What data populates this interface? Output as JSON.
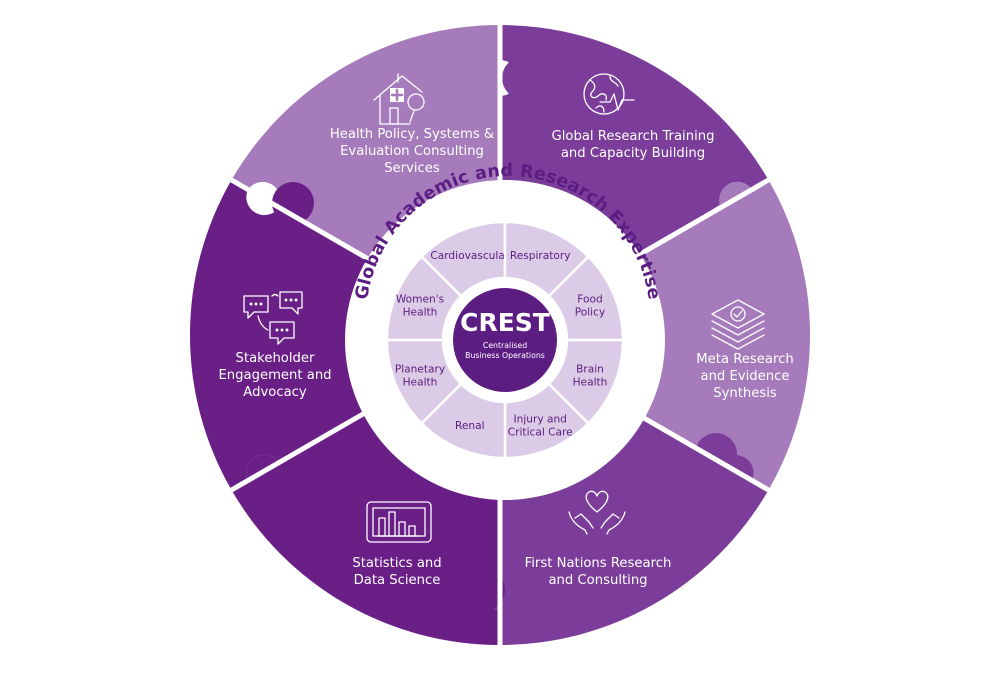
{
  "diagram": {
    "outer_title": "Global Academic and Research Expertise",
    "center": {
      "title": "CREST",
      "subtitle_lines": [
        "Centralised",
        "Business Operations"
      ]
    },
    "outer_segments": [
      {
        "id": "health-policy",
        "icon": "house-magnifier-icon",
        "color": "#a67bbb",
        "lines": [
          "Health Policy, Systems &",
          "Evaluation Consulting",
          "Services"
        ]
      },
      {
        "id": "global-research-training",
        "icon": "globe-pulse-icon",
        "color": "#7b3d99",
        "lines": [
          "Global Research Training",
          "and Capacity Building"
        ]
      },
      {
        "id": "meta-research",
        "icon": "stacked-layers-check-icon",
        "color": "#a67bbb",
        "lines": [
          "Meta Research",
          "and Evidence",
          "Synthesis"
        ]
      },
      {
        "id": "first-nations",
        "icon": "hands-heart-icon",
        "color": "#7b3d99",
        "lines": [
          "First Nations Research",
          "and Consulting"
        ]
      },
      {
        "id": "statistics",
        "icon": "tablet-bar-chart-icon",
        "color": "#6a1f87",
        "lines": [
          "Statistics and",
          "Data Science"
        ]
      },
      {
        "id": "stakeholder",
        "icon": "speech-bubbles-icon",
        "color": "#6a1f87",
        "lines": [
          "Stakeholder",
          "Engagement and",
          "Advocacy"
        ]
      }
    ],
    "inner_segments": [
      {
        "id": "cardiovascular",
        "lines": [
          "Cardiovascular"
        ]
      },
      {
        "id": "respiratory",
        "lines": [
          "Respiratory"
        ]
      },
      {
        "id": "food-policy",
        "lines": [
          "Food",
          "Policy"
        ]
      },
      {
        "id": "brain-health",
        "lines": [
          "Brain",
          "Health"
        ]
      },
      {
        "id": "injury",
        "lines": [
          "Injury and",
          "Critical Care"
        ]
      },
      {
        "id": "renal",
        "lines": [
          "Renal"
        ]
      },
      {
        "id": "planetary",
        "lines": [
          "Planetary",
          "Health"
        ]
      },
      {
        "id": "womens-health",
        "lines": [
          "Women's",
          "Health"
        ]
      }
    ],
    "colors": {
      "inner_fill": "#dccbe6",
      "ring_fill": "#ffffff",
      "center_fill": "#5c1d83",
      "title_color": "#5c1d83"
    }
  }
}
